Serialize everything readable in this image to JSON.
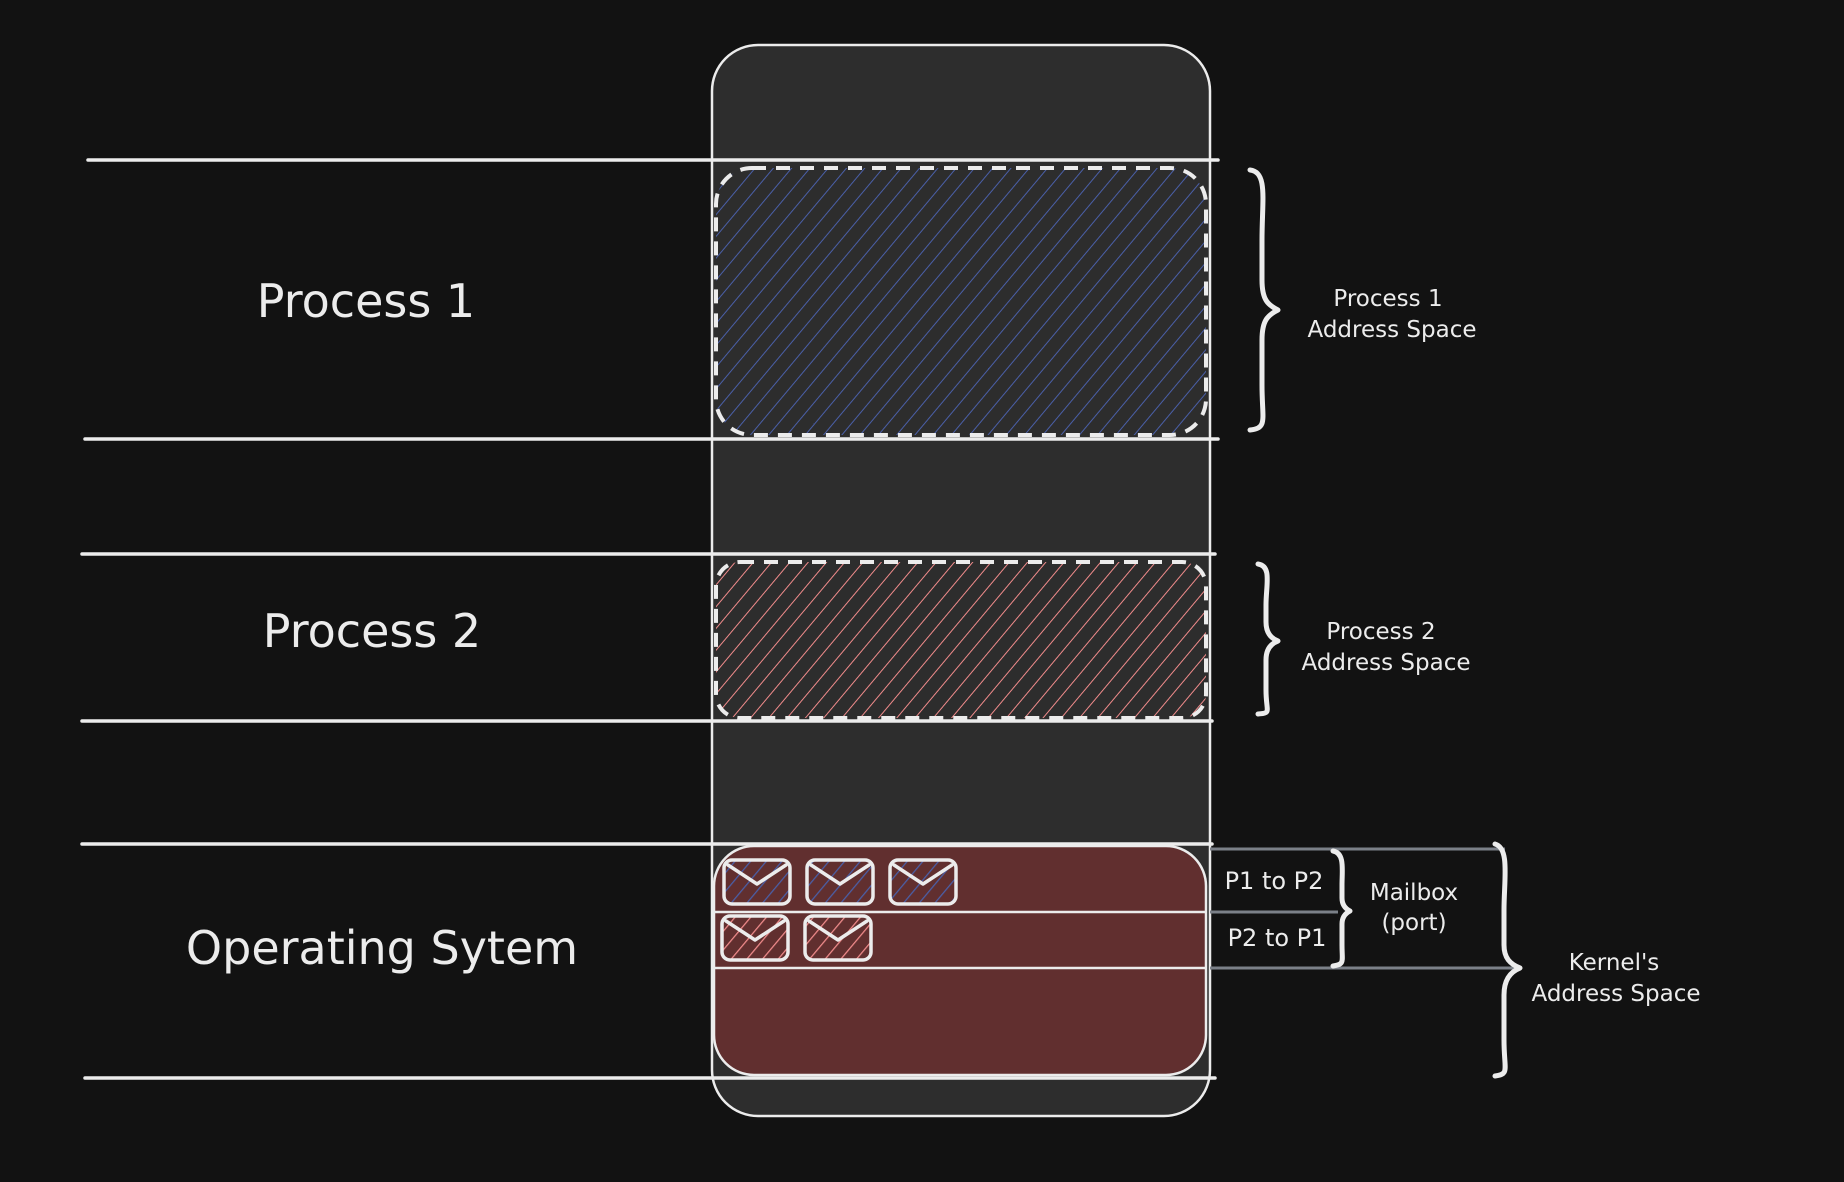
{
  "diagram": {
    "title": "Message passing via mailbox (port) in kernel address space",
    "colors": {
      "background": "#121212",
      "memory_fill": "#2d2d2d",
      "stroke": "#ececec",
      "process1_hatch": "#4a5fa8",
      "process2_hatch": "#f08b8b",
      "kernel_fill": "#612f2f",
      "mailbox_divider": "#7b8088"
    },
    "left_labels": {
      "process1": "Process 1",
      "process2": "Process 2",
      "os": "Operating Sytem"
    },
    "right_labels": {
      "process1_space": [
        "Process 1",
        "Address Space"
      ],
      "process2_space": [
        "Process 2",
        "Address Space"
      ],
      "mailbox": [
        "Mailbox",
        "(port)"
      ],
      "kernel_space": [
        "Kernel's",
        "Address Space"
      ]
    },
    "mailbox_rows": [
      {
        "label": "P1 to P2",
        "message_count": 3,
        "message_color": "process1"
      },
      {
        "label": "P2 to P1",
        "message_count": 2,
        "message_color": "process2"
      }
    ]
  }
}
